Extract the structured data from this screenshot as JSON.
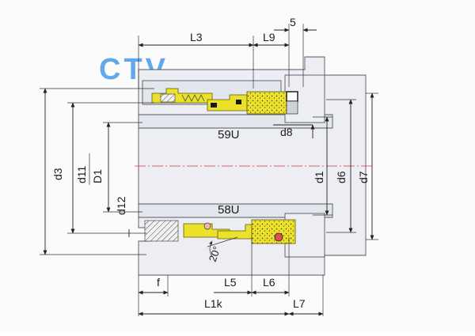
{
  "logo": {
    "text": "CTV",
    "color": "#2f8ee6"
  },
  "colors": {
    "face": "#ece12a",
    "housing": "#eceef3",
    "centerline": "#d23a3a"
  },
  "labels": {
    "top_variant": "59U",
    "bottom_variant": "58U",
    "L3": "L3",
    "L9": "L9",
    "five": "5",
    "d8": "d8",
    "d3": "d3",
    "d11": "d11",
    "D1": "D1",
    "d12": "d12",
    "d1": "d1",
    "d6": "d6",
    "d7": "d7",
    "angle": "20°",
    "f": "f",
    "L5": "L5",
    "L6": "L6",
    "L1k": "L1k",
    "L7": "L7"
  }
}
